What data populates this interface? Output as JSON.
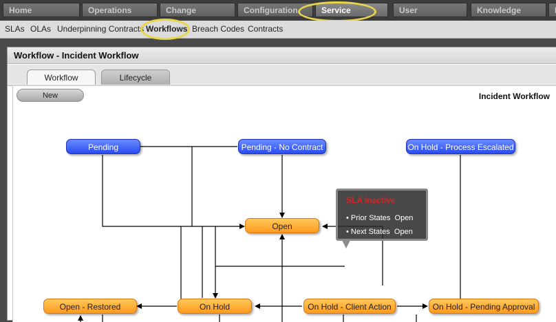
{
  "topnav": {
    "tabs": [
      {
        "label": "Home"
      },
      {
        "label": "Operations"
      },
      {
        "label": "Change"
      },
      {
        "label": "Configuration"
      },
      {
        "label": "Service",
        "active": true
      },
      {
        "label": "User"
      },
      {
        "label": "Knowledge"
      },
      {
        "label": "R"
      }
    ]
  },
  "subnav": {
    "items": [
      {
        "label": "SLAs"
      },
      {
        "label": "OLAs"
      },
      {
        "label": "Underpinning Contracts"
      },
      {
        "label": "Workflows",
        "active": true
      },
      {
        "label": "Breach Codes"
      },
      {
        "label": "Contracts"
      }
    ]
  },
  "panel": {
    "title": "Workflow - Incident Workflow",
    "tabs": [
      {
        "label": "Workflow",
        "active": true
      },
      {
        "label": "Lifecycle"
      }
    ]
  },
  "canvas": {
    "new_label": "New",
    "title": "Incident Workflow"
  },
  "nodes": {
    "pending": "Pending",
    "pending_no_contract": "Pending - No Contract",
    "on_hold_process_escalated": "On Hold - Process Escalated",
    "open": "Open",
    "open_restored": "Open - Restored",
    "on_hold": "On Hold",
    "on_hold_client_action": "On Hold - Client Action",
    "on_hold_pending_approval": "On Hold - Pending Approval"
  },
  "tooltip": {
    "title": "SLA Inactive",
    "prior_label": "Prior States",
    "prior_value": "Open",
    "next_label": "Next States",
    "next_value": "Open"
  },
  "colors": {
    "highlight": "#e8d54a",
    "node_blue": "#2a4cf0",
    "node_orange": "#ff9a1e",
    "tooltip_title": "#e02020"
  }
}
